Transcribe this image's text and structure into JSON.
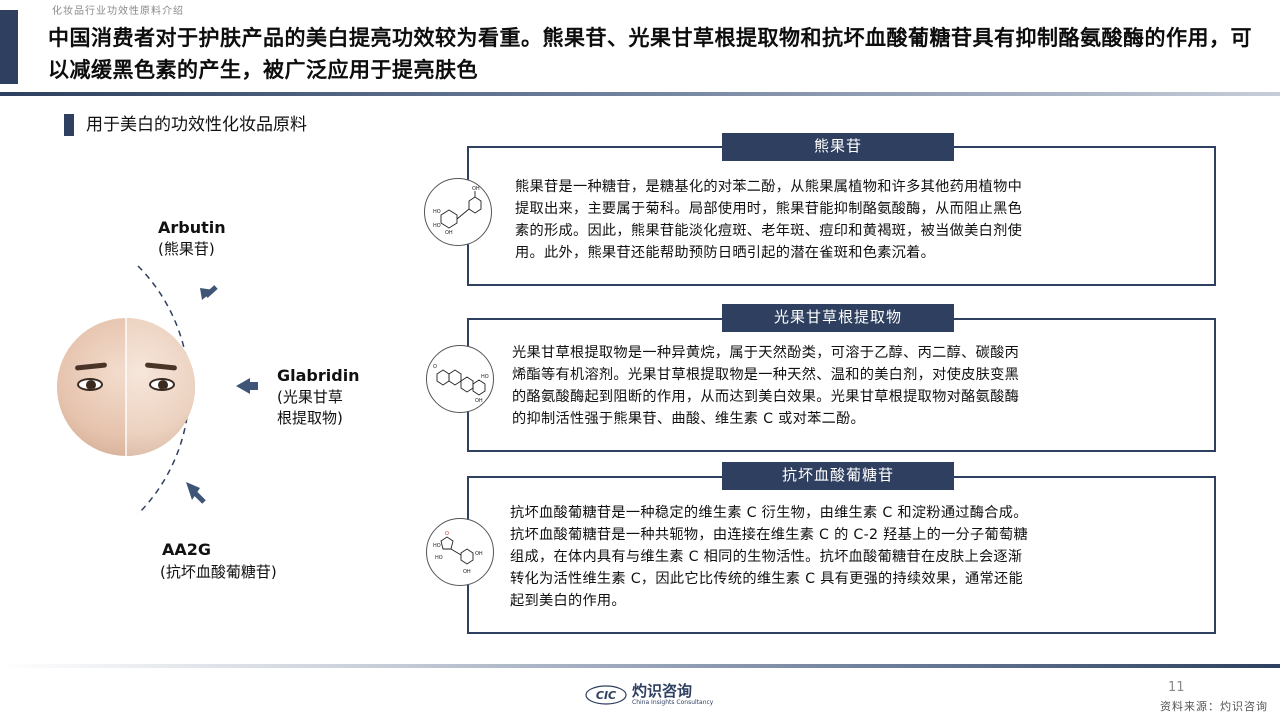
{
  "header": {
    "breadcrumb": "化妆品行业功效性原料介绍",
    "headline": "中国消费者对于护肤产品的美白提亮功效较为看重。熊果苷、光果甘草根提取物和抗坏血酸葡糖苷具有抑制酪氨酸酶的作用，可以减缓黑色素的产生，被广泛应用于提亮肤色"
  },
  "section": {
    "title": "用于美白的功效性化妆品原料"
  },
  "diagram": {
    "labels": [
      {
        "en": "Arbutin",
        "cn_lines": [
          "(熊果苷)"
        ]
      },
      {
        "en": "Glabridin",
        "cn_lines": [
          "(光果甘草",
          "根提取物)"
        ]
      },
      {
        "en": "AA2G",
        "cn_lines": [
          "(抗坏血酸葡糖苷)"
        ]
      }
    ],
    "accent_color": "#2e3f5f"
  },
  "cards": [
    {
      "tag": "熊果苷",
      "icon": "arbutin-molecule-icon",
      "lines": [
        "熊果苷是一种糖苷，是糖基化的对苯二酚，从熊果属植物和许多其他药用植物中",
        "提取出来，主要属于菊科。局部使用时，熊果苷能抑制酪氨酸酶，从而阻止黑色",
        "素的形成。因此，熊果苷能淡化痘斑、老年斑、痘印和黄褐斑，被当做美白剂使",
        "用。此外，熊果苷还能帮助预防日晒引起的潜在雀斑和色素沉着。"
      ]
    },
    {
      "tag": "光果甘草根提取物",
      "icon": "glabridin-molecule-icon",
      "lines": [
        "光果甘草根提取物是一种异黄烷，属于天然酚类，可溶于乙醇、丙二醇、碳酸丙",
        "烯酯等有机溶剂。光果甘草根提取物是一种天然、温和的美白剂，对使皮肤变黑",
        "的酪氨酸酶起到阻断的作用，从而达到美白效果。光果甘草根提取物对酪氨酸酶",
        "的抑制活性强于熊果苷、曲酸、维生素 C 或对苯二酚。"
      ]
    },
    {
      "tag": "抗坏血酸葡糖苷",
      "icon": "aa2g-molecule-icon",
      "lines": [
        "抗坏血酸葡糖苷是一种稳定的维生素 C 衍生物，由维生素 C 和淀粉通过酶合成。",
        "抗坏血酸葡糖苷是一种共轭物，由连接在维生素 C 的 C-2 羟基上的一分子葡萄糖",
        "组成，在体内具有与维生素 C 相同的生物活性。抗坏血酸葡糖苷在皮肤上会逐渐",
        "转化为活性维生素 C，因此它比传统的维生素 C 具有更强的持续效果，通常还能",
        "起到美白的作用。"
      ]
    }
  ],
  "footer": {
    "logo_mark": "CIC",
    "logo_cn": "灼识咨询",
    "logo_en": "China Insights Consultancy",
    "page_number": "11",
    "source": "资料来源：灼识咨询"
  }
}
